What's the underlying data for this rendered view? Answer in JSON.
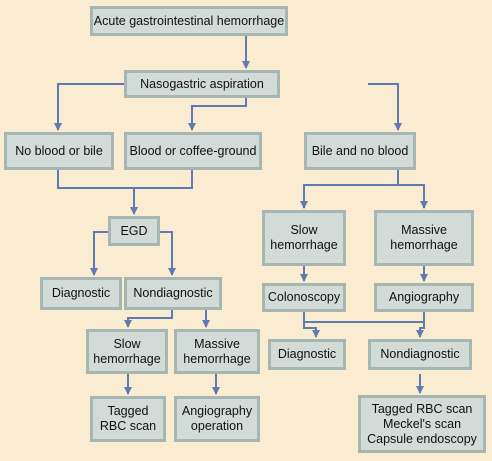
{
  "nodes": {
    "acute": "Acute gastrointestinal hemorrhage",
    "nasogastric": "Nasogastric aspiration",
    "no_blood": "No blood or bile",
    "blood_coffee": "Blood or coffee-ground",
    "bile_no_blood": "Bile and no blood",
    "egd": "EGD",
    "slow_right": "Slow\nhemorrhage",
    "massive_right": "Massive\nhemorrhage",
    "diagnostic_left": "Diagnostic",
    "nondiagnostic_left": "Nondiagnostic",
    "colonoscopy": "Colonoscopy",
    "angiography": "Angiography",
    "slow_left": "Slow\nhemorrhage",
    "massive_left": "Massive\nhemorrhage",
    "diagnostic_right": "Diagnostic",
    "nondiagnostic_right": "Nondiagnostic",
    "tagged_rbc": "Tagged\nRBC scan",
    "angio_operation": "Angiography\noperation",
    "tagged_meckel_capsule": "Tagged RBC scan\nMeckel's scan\nCapsule endoscopy"
  },
  "colors": {
    "background": "#f9ecd0",
    "box_fill": "#d2dbd8",
    "box_border": "#a6b6b3",
    "arrow": "#5f7bb1"
  }
}
